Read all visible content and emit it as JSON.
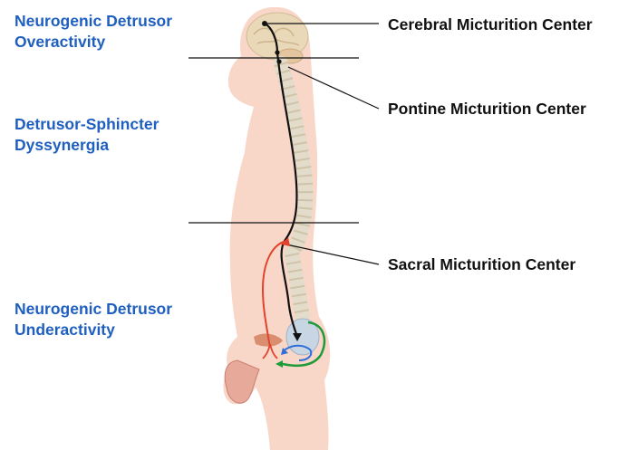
{
  "zones": {
    "upper": {
      "line1": "Neurogenic Detrusor",
      "line2": "Overactivity"
    },
    "middle": {
      "line1": "Detrusor-Sphincter",
      "line2": "Dyssynergia"
    },
    "lower": {
      "line1": "Neurogenic Detrusor",
      "line2": "Underactivity"
    }
  },
  "centers": {
    "cerebral": "Cerebral Micturition Center",
    "pontine": "Pontine Micturition Center",
    "sacral": "Sacral Micturition Center"
  },
  "colors": {
    "zone_text": "#1f5fbf",
    "center_text": "#111111",
    "body_fill": "#f8d6c8",
    "spine": "#e3dccb",
    "brain": "#ead9b8",
    "pathway_black": "#111111",
    "pathway_red": "#e2432c",
    "pathway_green": "#1f9a3a",
    "pathway_blue": "#2f6fd6",
    "bladder": "#c8d6e4"
  }
}
